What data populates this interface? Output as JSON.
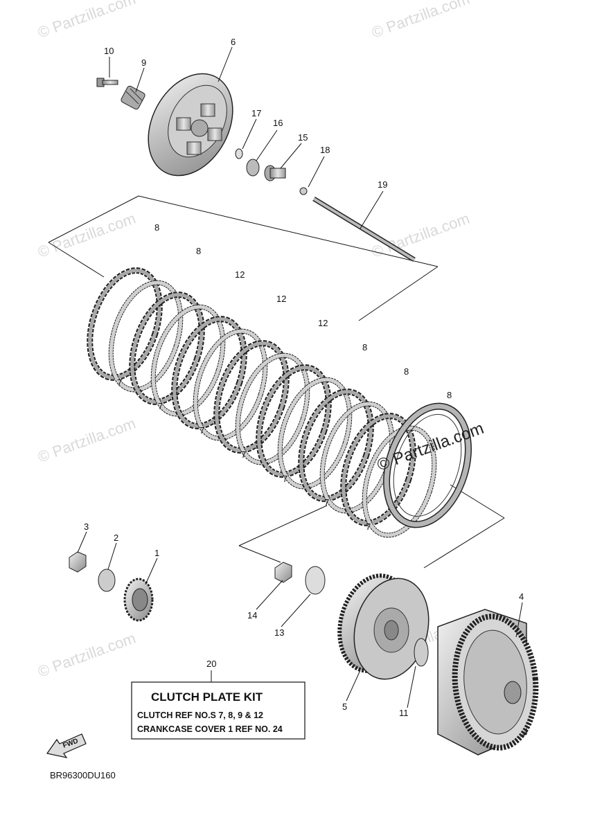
{
  "watermark": "© Partzilla.com",
  "diagram_code": "BR96300DU160",
  "fwd_label": "FWD",
  "kit_box": {
    "ref": "20",
    "title": "CLUTCH PLATE KIT",
    "line1": "CLUTCH  REF NO.S  7, 8, 9 & 12",
    "line2": "CRANKCASE COVER 1  REF NO.  24"
  },
  "callouts": {
    "c1": "1",
    "c2": "2",
    "c3": "3",
    "c4": "4",
    "c5": "5",
    "c6": "6",
    "c9": "9",
    "c10": "10",
    "c11": "11",
    "c13": "13",
    "c14": "14",
    "c15": "15",
    "c16": "16",
    "c17": "17",
    "c18": "18",
    "c19": "19",
    "plate_friction": "7",
    "plate_steel": "8",
    "plate_12": "12"
  }
}
